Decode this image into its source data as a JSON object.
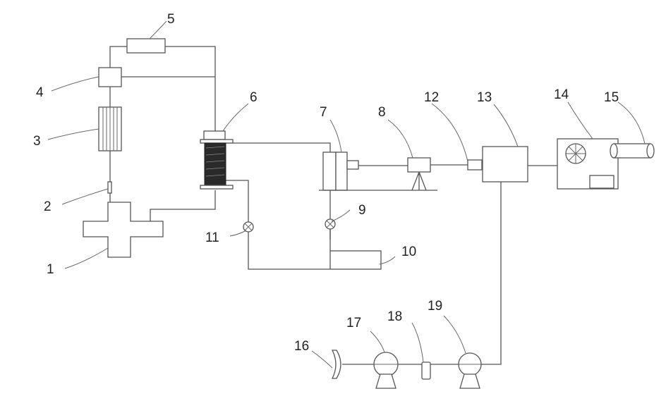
{
  "labels": {
    "n1": "1",
    "n2": "2",
    "n3": "3",
    "n4": "4",
    "n5": "5",
    "n6": "6",
    "n7": "7",
    "n8": "8",
    "n9": "9",
    "n10": "10",
    "n11": "11",
    "n12": "12",
    "n13": "13",
    "n14": "14",
    "n15": "15",
    "n16": "16",
    "n17": "17",
    "n18": "18",
    "n19": "19"
  }
}
